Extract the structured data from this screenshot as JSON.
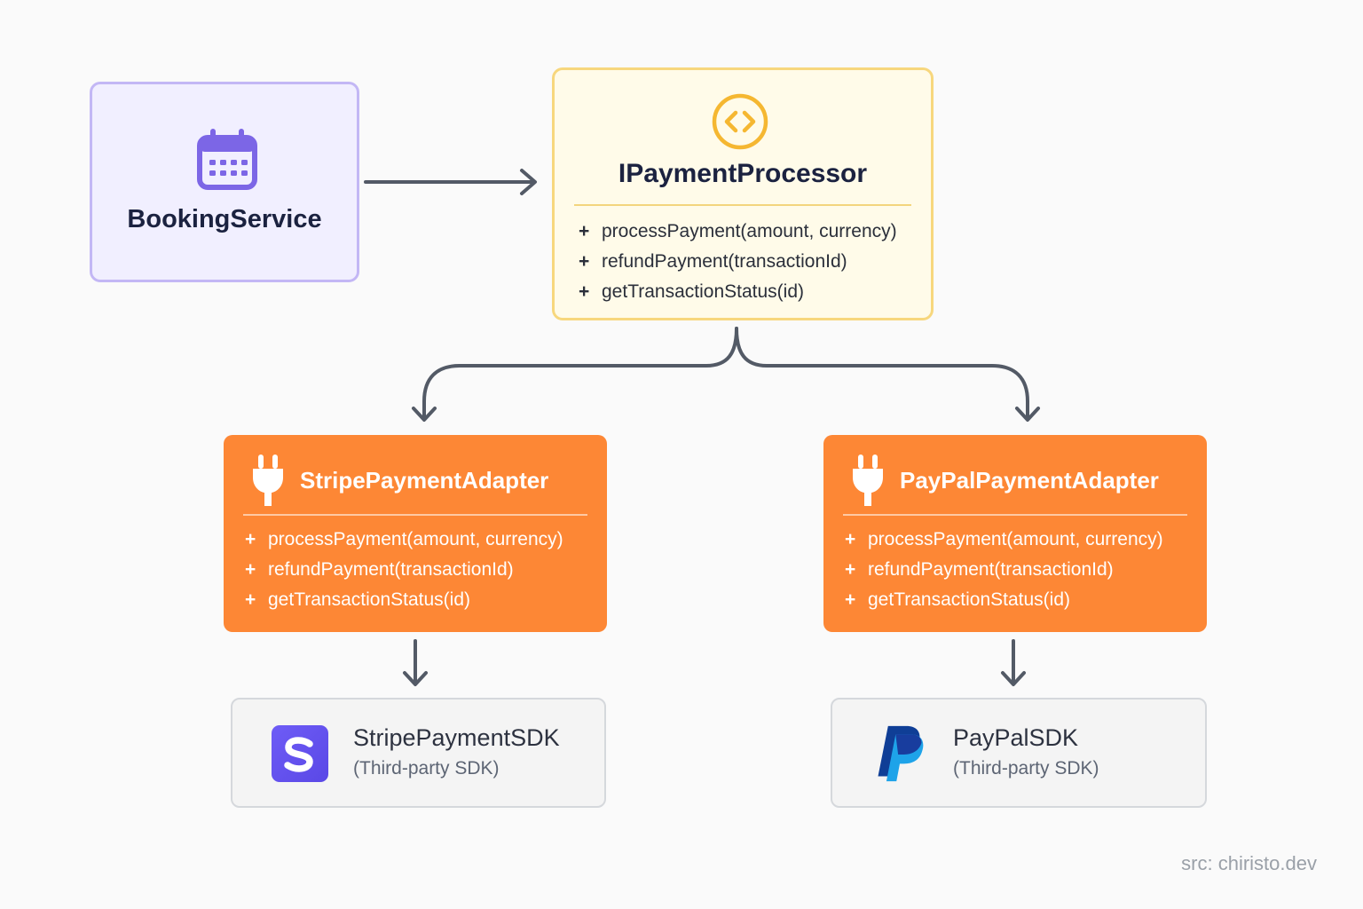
{
  "booking_service": {
    "name": "BookingService",
    "icon": "calendar-icon",
    "icon_color": "#7c66e6"
  },
  "interface": {
    "name": "IPaymentProcessor",
    "icon": "code-icon",
    "accent": "#f5b731",
    "methods": [
      {
        "sign": "+",
        "text": "processPayment(amount, currency)"
      },
      {
        "sign": "+",
        "text": "refundPayment(transactionId)"
      },
      {
        "sign": "+",
        "text": "getTransactionStatus(id)"
      }
    ]
  },
  "adapters": [
    {
      "name": "StripePaymentAdapter",
      "icon": "plug-icon",
      "color": "#fd8735",
      "methods": [
        {
          "sign": "+",
          "text": "processPayment(amount, currency)"
        },
        {
          "sign": "+",
          "text": "refundPayment(transactionId)"
        },
        {
          "sign": "+",
          "text": "getTransactionStatus(id)"
        }
      ]
    },
    {
      "name": "PayPalPaymentAdapter",
      "icon": "plug-icon",
      "color": "#fd8735",
      "methods": [
        {
          "sign": "+",
          "text": "processPayment(amount, currency)"
        },
        {
          "sign": "+",
          "text": "refundPayment(transactionId)"
        },
        {
          "sign": "+",
          "text": "getTransactionStatus(id)"
        }
      ]
    }
  ],
  "sdks": [
    {
      "name": "StripePaymentSDK",
      "subtitle": "(Third-party SDK)",
      "icon": "stripe-logo-icon"
    },
    {
      "name": "PayPalSDK",
      "subtitle": "(Third-party SDK)",
      "icon": "paypal-logo-icon"
    }
  ],
  "source": "src: chiristo.dev"
}
